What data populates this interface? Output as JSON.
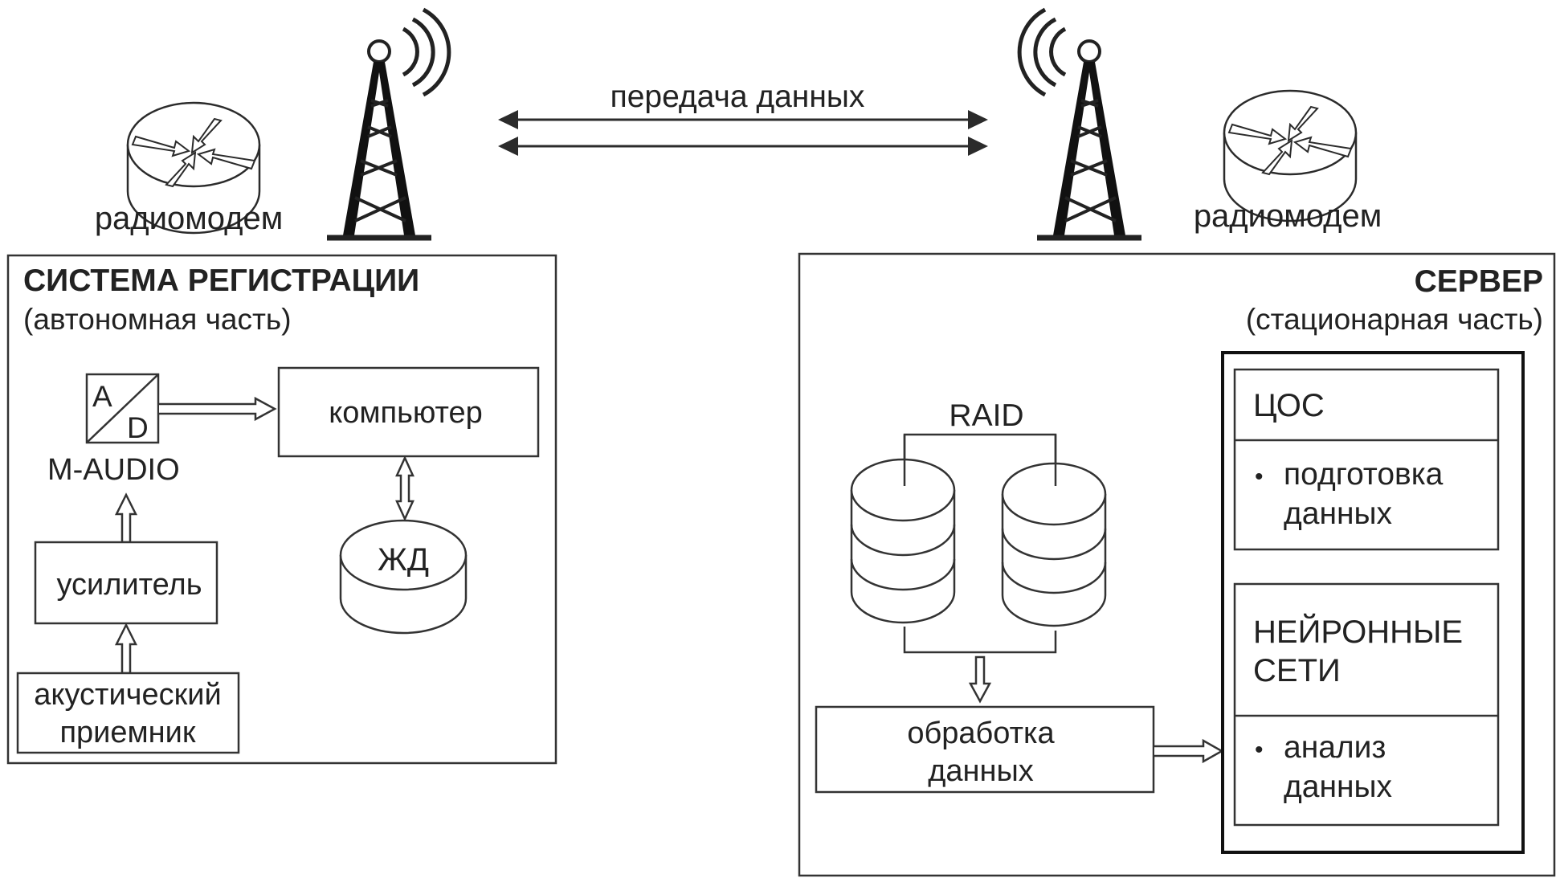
{
  "link": {
    "label": "передача данных"
  },
  "left": {
    "modem_label": "радиомодем",
    "panel_title": "СИСТЕМА РЕГИСТРАЦИИ",
    "panel_subtitle": "(автономная часть)",
    "adc": {
      "a": "A",
      "d": "D",
      "label": "M-AUDIO"
    },
    "computer": "компьютер",
    "disk": "ЖД",
    "amplifier": "усилитель",
    "receiver_line1": "акустический",
    "receiver_line2": "приемник"
  },
  "right": {
    "modem_label": "радиомодем",
    "panel_title": "СЕРВЕР",
    "panel_subtitle": "(стационарная часть)",
    "raid_label": "RAID",
    "processing_line1": "обработка",
    "processing_line2": "данных",
    "dsp": {
      "title": "ЦОС",
      "bullet": "•",
      "item_line1": "подготовка",
      "item_line2": "данных"
    },
    "nn": {
      "title_line1": "НЕЙРОННЫЕ",
      "title_line2": "СЕТИ",
      "bullet": "•",
      "item_line1": "анализ",
      "item_line2": "данных"
    }
  }
}
